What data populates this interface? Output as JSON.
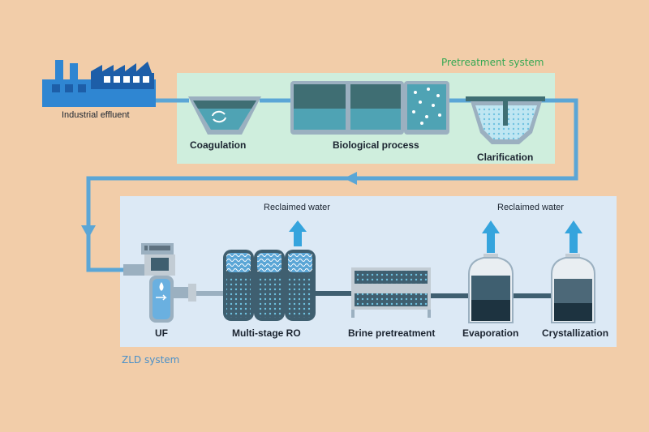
{
  "colors": {
    "background": "#f2cda9",
    "pretreatment_panel": "#cfeedd",
    "zld_panel": "#dce9f5",
    "pipe": "#5ba6d6",
    "dark_equipment": "#3f6e73",
    "pretreatment_label": "#34a853",
    "zld_label": "#4a90c8"
  },
  "source": {
    "label": "Industrial effluent",
    "icon": "factory-icon"
  },
  "pretreatment": {
    "title": "Pretreatment system",
    "stages": {
      "coagulation": "Coagulation",
      "biological": "Biological process",
      "clarification": "Clarification"
    }
  },
  "zld": {
    "title": "ZLD system",
    "stages": {
      "uf": "UF",
      "ro": "Multi-stage RO",
      "brine": "Brine pretreatment",
      "evaporation": "Evaporation",
      "crystallization": "Crystallization"
    },
    "outputs": {
      "ro_reclaimed": "Reclaimed water",
      "evap_reclaimed": "Reclaimed water"
    }
  }
}
